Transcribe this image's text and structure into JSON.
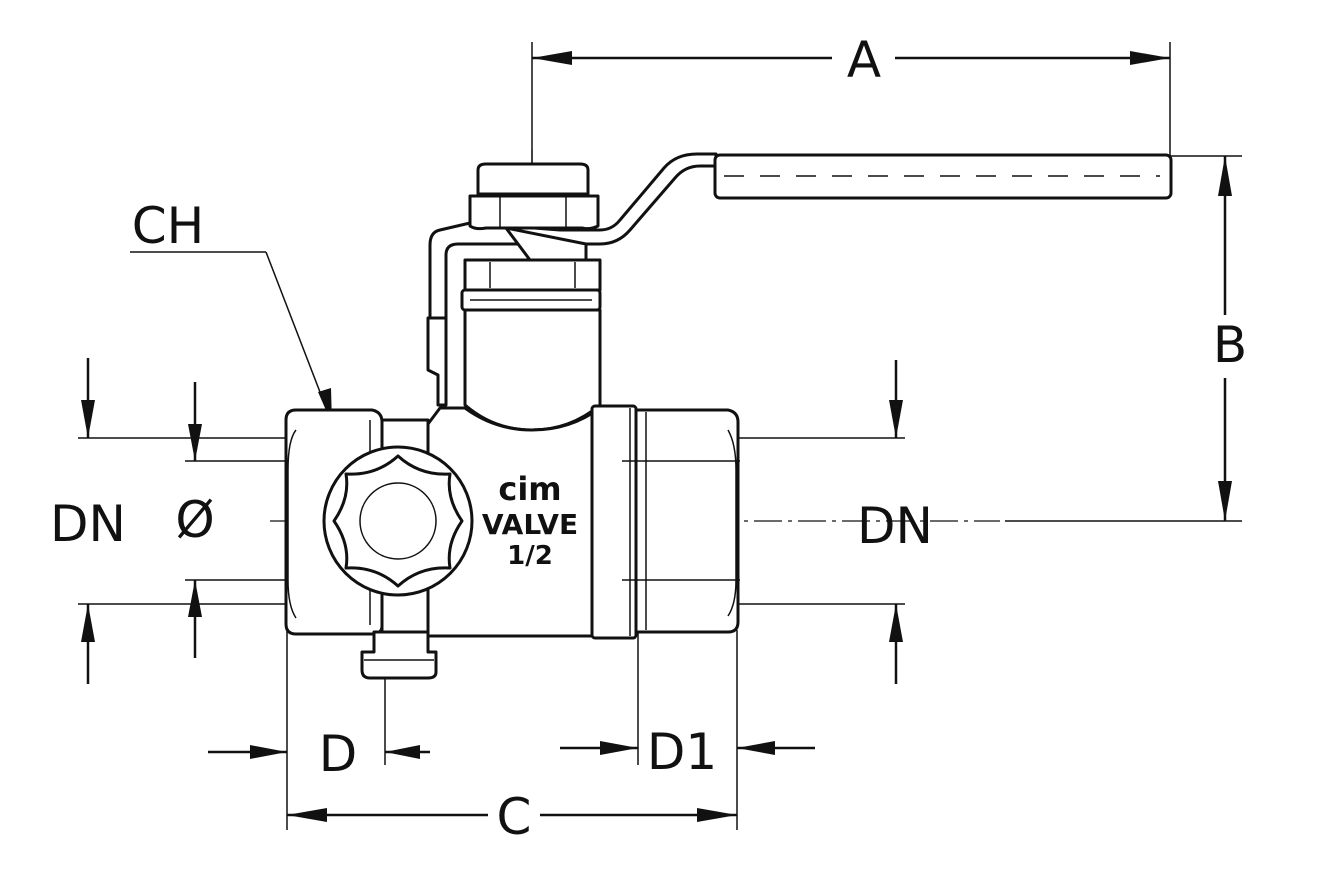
{
  "dimensions": {
    "a": "A",
    "b": "B",
    "c": "C",
    "ch": "CH",
    "d": "D",
    "d1": "D1",
    "dn_left": "DN",
    "dn_right": "DN",
    "diameter": "Ø"
  },
  "body_marking": {
    "brand": "cim",
    "line2": "VALVE",
    "size": "1/2"
  },
  "colors": {
    "ink": "#111111",
    "paper": "#ffffff"
  }
}
